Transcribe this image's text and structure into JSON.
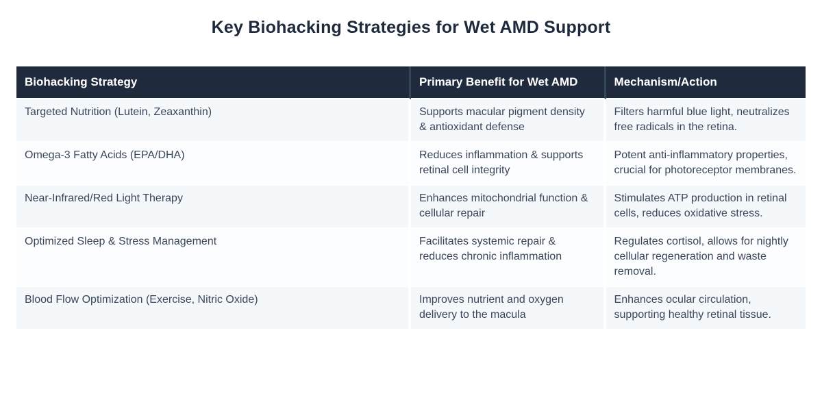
{
  "page": {
    "title": "Key Biohacking Strategies for Wet AMD Support"
  },
  "table": {
    "columns": [
      "Biohacking Strategy",
      "Primary Benefit for Wet AMD",
      "Mechanism/Action"
    ],
    "rows": [
      [
        "Targeted Nutrition (Lutein, Zeaxanthin)",
        "Supports macular pigment density & antioxidant defense",
        "Filters harmful blue light, neutralizes free radicals in the retina."
      ],
      [
        "Omega-3 Fatty Acids (EPA/DHA)",
        "Reduces inflammation & supports retinal cell integrity",
        "Potent anti-inflammatory properties, crucial for photoreceptor membranes."
      ],
      [
        "Near-Infrared/Red Light Therapy",
        "Enhances mitochondrial function & cellular repair",
        "Stimulates ATP production in retinal cells, reduces oxidative stress."
      ],
      [
        "Optimized Sleep & Stress Management",
        "Facilitates systemic repair & reduces chronic inflammation",
        "Regulates cortisol, allows for nightly cellular regeneration and waste removal."
      ],
      [
        "Blood Flow Optimization (Exercise, Nitric Oxide)",
        "Improves nutrient and oxygen delivery to the macula",
        "Enhances ocular circulation, supporting healthy retinal tissue."
      ]
    ]
  },
  "colors": {
    "header_bg": "#1f2b3c",
    "header_text": "#ffffff",
    "header_divider": "#32455a",
    "row_odd_bg": "#f5f8fa",
    "row_even_bg": "#fbfdfe",
    "body_text": "#3a4659",
    "title_text": "#1e2a3c",
    "cell_gap": "#ffffff"
  }
}
